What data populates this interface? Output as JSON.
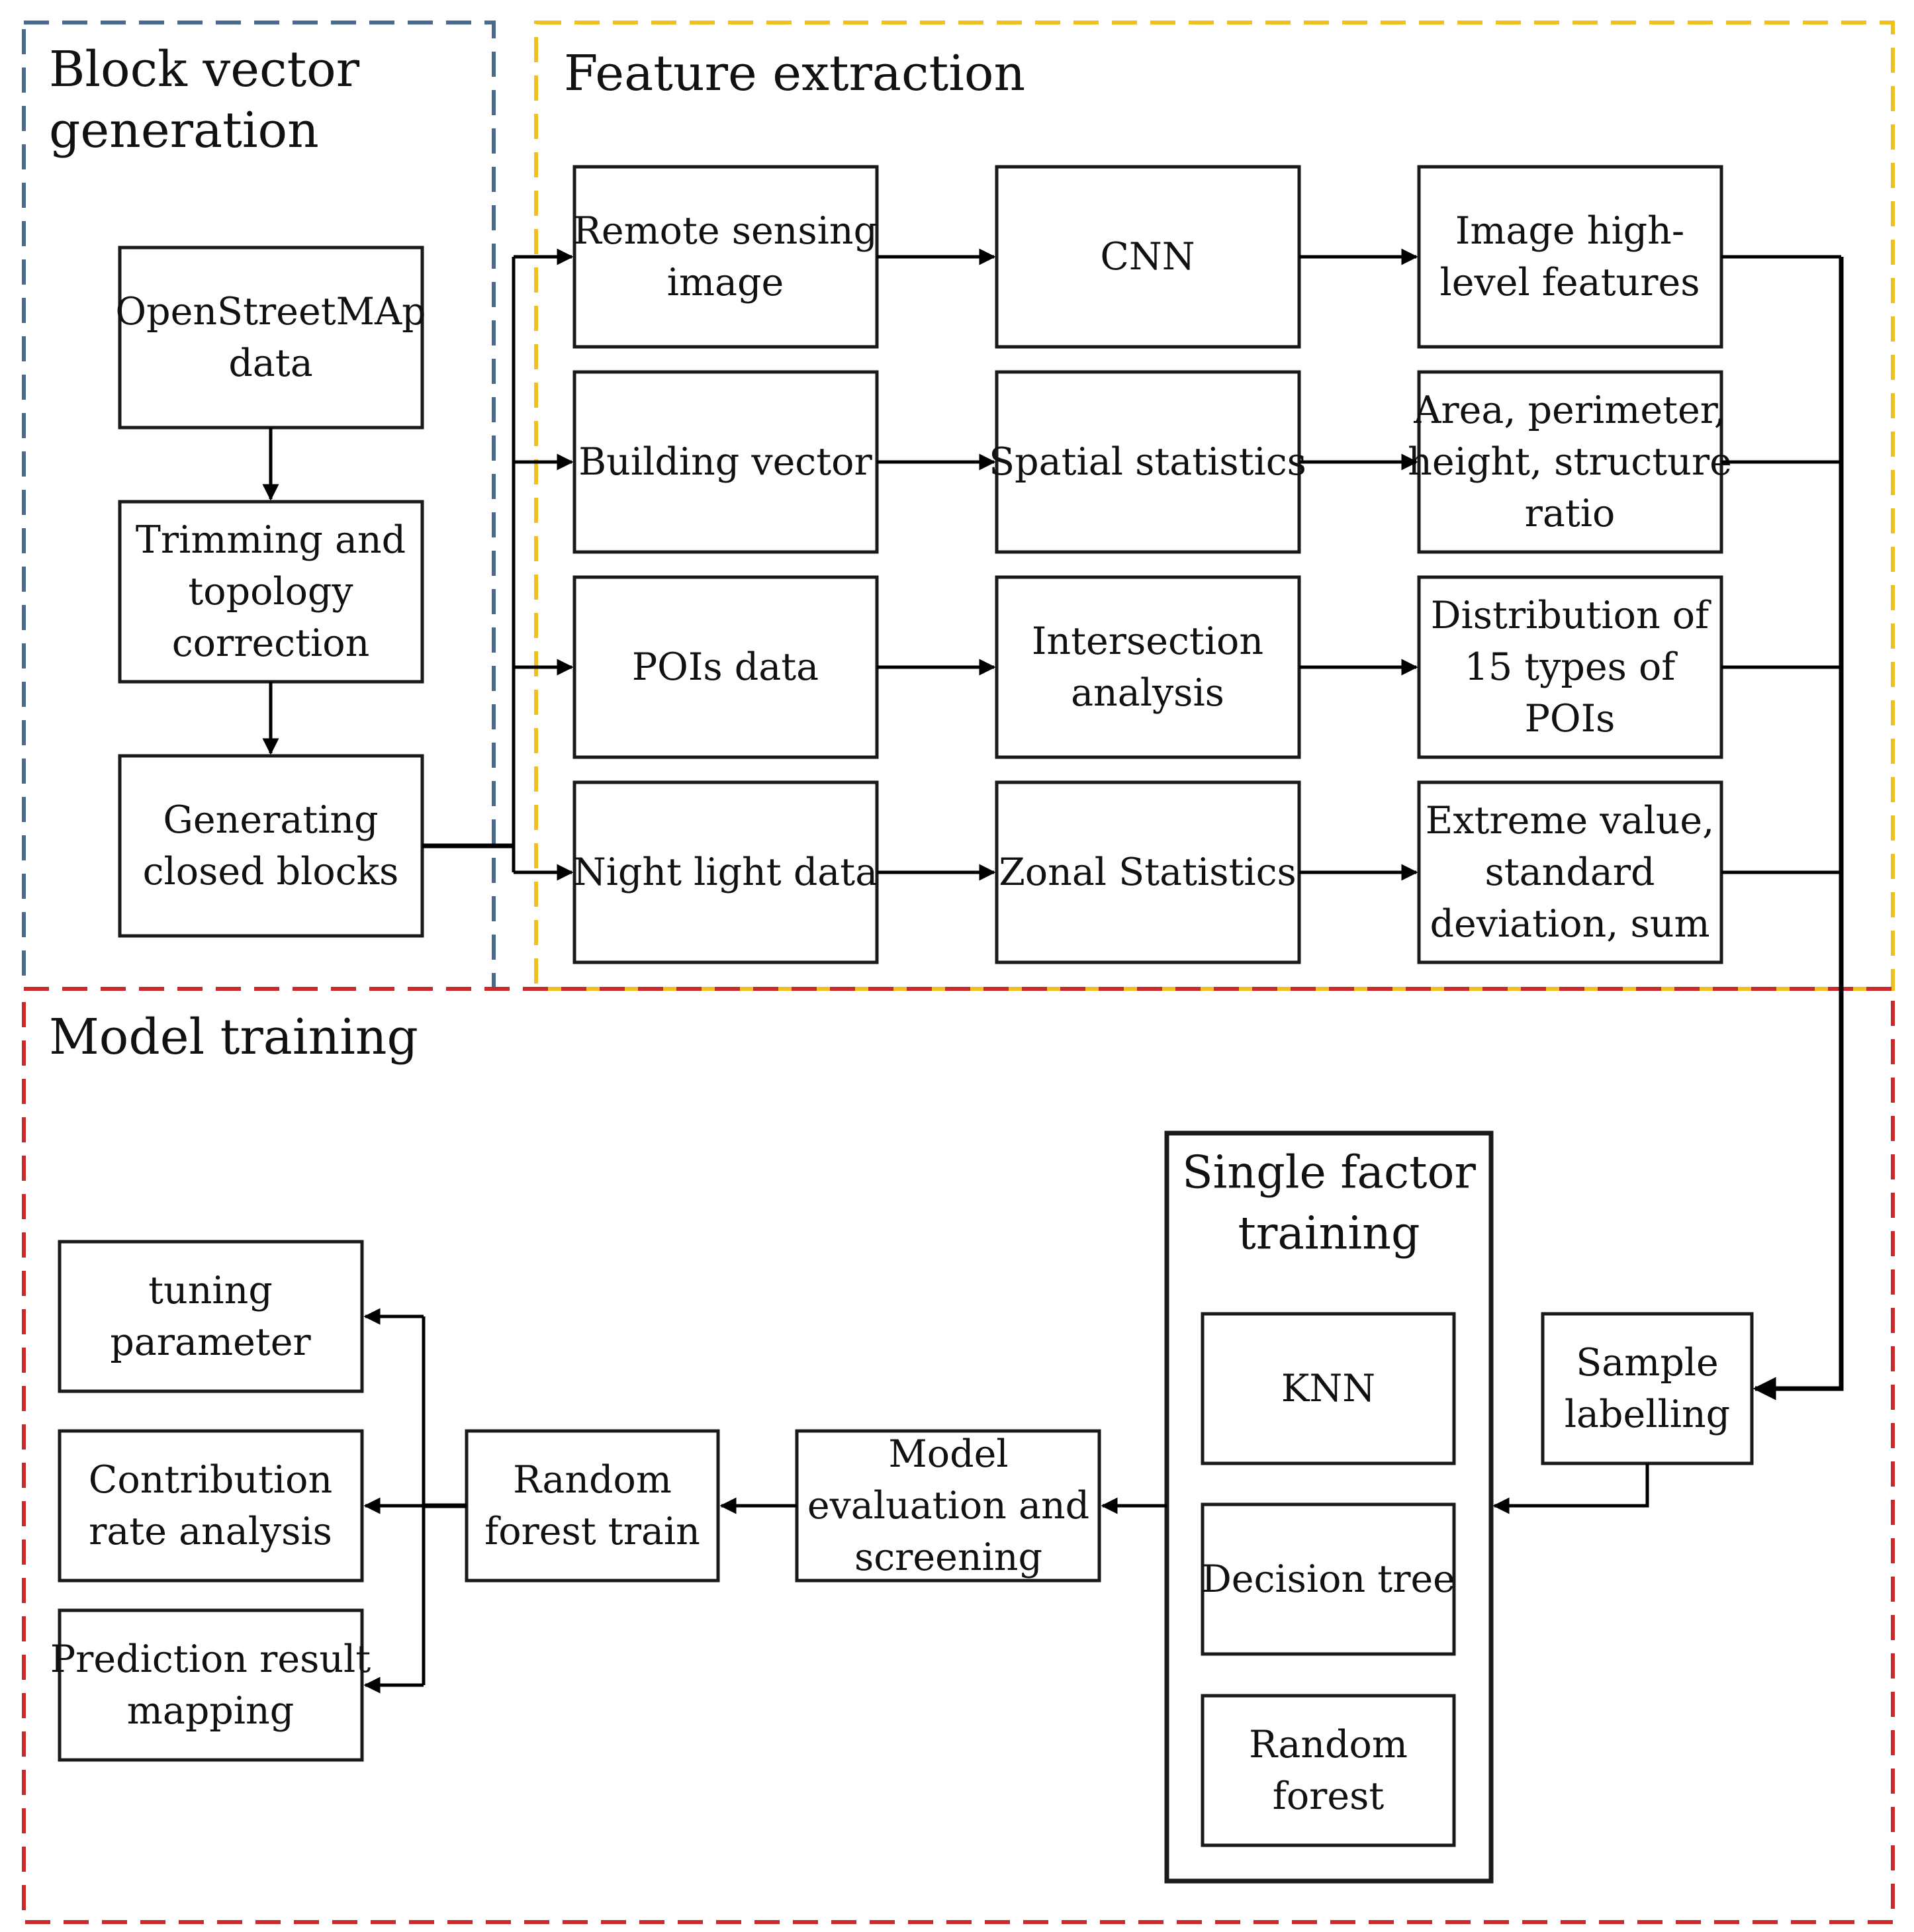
{
  "colors": {
    "block_region": "#4a6a8e",
    "feature_region": "#f0c020",
    "model_region": "#cc2a2a",
    "box_stroke": "#1a1a1a",
    "line": "#000000"
  },
  "regions": {
    "block": {
      "title_lines": [
        "Block vector",
        "generation"
      ]
    },
    "feature": {
      "title_lines": [
        "Feature extraction"
      ]
    },
    "model": {
      "title_lines": [
        "Model training"
      ]
    }
  },
  "boxes": {
    "osm": [
      "OpenStreetMAp",
      "data"
    ],
    "trim": [
      "Trimming and",
      "topology",
      "correction"
    ],
    "closed": [
      "Generating",
      "closed blocks"
    ],
    "rs_image": [
      "Remote sensing",
      "image"
    ],
    "building": [
      "Building vector"
    ],
    "pois": [
      "POIs data"
    ],
    "night": [
      "Night light data"
    ],
    "cnn": [
      "CNN"
    ],
    "spatial": [
      "Spatial statistics"
    ],
    "intersect": [
      "Intersection",
      "analysis"
    ],
    "zonal": [
      "Zonal Statistics"
    ],
    "img_feat": [
      "Image high-",
      "level features"
    ],
    "area": [
      "Area, perimeter,",
      "height, structure",
      "ratio"
    ],
    "dist": [
      "Distribution of",
      "15 types of",
      "POIs"
    ],
    "extreme": [
      "Extreme value,",
      "standard",
      "deviation, sum"
    ],
    "sample": [
      "Sample",
      "labelling"
    ],
    "knn": [
      "KNN"
    ],
    "dtree": [
      "Decision tree"
    ],
    "rforest": [
      "Random",
      "forest"
    ],
    "model_eval": [
      "Model",
      "evaluation and",
      "screening"
    ],
    "rf_train": [
      "Random",
      "forest train"
    ],
    "tuning": [
      "tuning",
      "parameter"
    ],
    "contrib": [
      "Contribution",
      "rate analysis"
    ],
    "predict": [
      "Prediction result",
      "mapping"
    ]
  },
  "group": {
    "single_factor": [
      "Single factor",
      "training"
    ]
  }
}
